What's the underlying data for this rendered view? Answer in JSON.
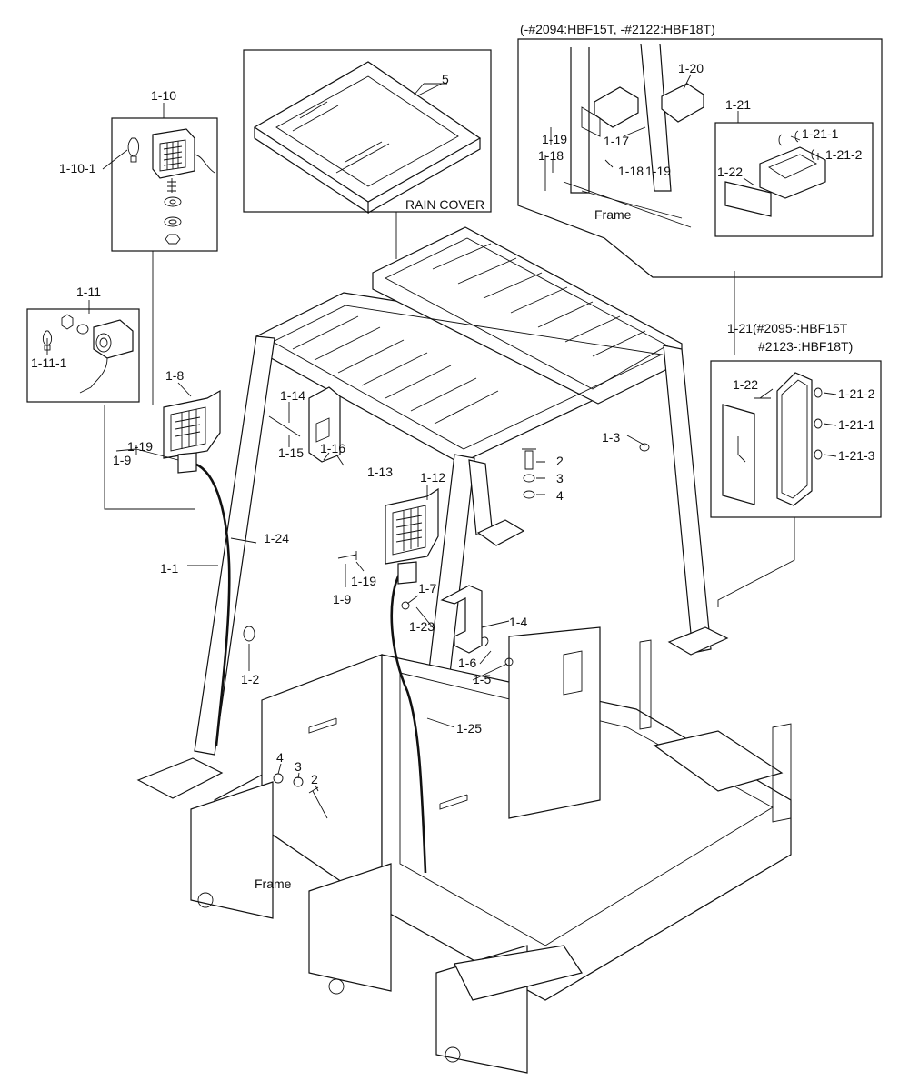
{
  "diagram": {
    "headers": {
      "top_right_range": "(-#2094:HBF15T, -#2122:HBF18T)",
      "right_range_line1": "1-21(#2095-:HBF15T",
      "right_range_line2": "#2123-:HBF18T)"
    },
    "captions": {
      "rain_cover": "RAIN COVER",
      "frame_inset": "Frame",
      "frame_main": "Frame"
    },
    "callouts": {
      "p5": "5",
      "p1_10": "1-10",
      "p1_10_1": "1-10-1",
      "p1_11": "1-11",
      "p1_11_1": "1-11-1",
      "p1_8": "1-8",
      "p1_9_left": "1-9",
      "p1_19_left": "1-19",
      "p1_14": "1-14",
      "p1_15": "1-15",
      "p1_16": "1-16",
      "p1_13": "1-13",
      "p1_24": "1-24",
      "p1_1": "1-1",
      "p1_2_left": "1-2",
      "p1_3": "1-3",
      "p2_top": "2",
      "p3_top": "3",
      "p4_top": "4",
      "p1_12": "1-12",
      "p1_9_mid": "1-9",
      "p1_19_mid": "1-19",
      "p1_7": "1-7",
      "p1_23": "1-23",
      "p1_4": "1-4",
      "p1_6": "1-6",
      "p1_5": "1-5",
      "p1_25": "1-25",
      "p4_low": "4",
      "p3_low": "3",
      "p2_low": "2",
      "p1_20": "1-20",
      "p1_21": "1-21",
      "p1_21_1_top": "1-21-1",
      "p1_21_2_top": "1-21-2",
      "p1_22_top": "1-22",
      "p1_19_inset_a": "1-19",
      "p1_17": "1-17",
      "p1_18": "1-18",
      "p1_18_b": "1-18",
      "p1_19_inset_b": "1-19",
      "p1_22_right": "1-22",
      "p1_21_2_right": "1-21-2",
      "p1_21_1_right": "1-21-1",
      "p1_21_3_right": "1-21-3"
    }
  }
}
